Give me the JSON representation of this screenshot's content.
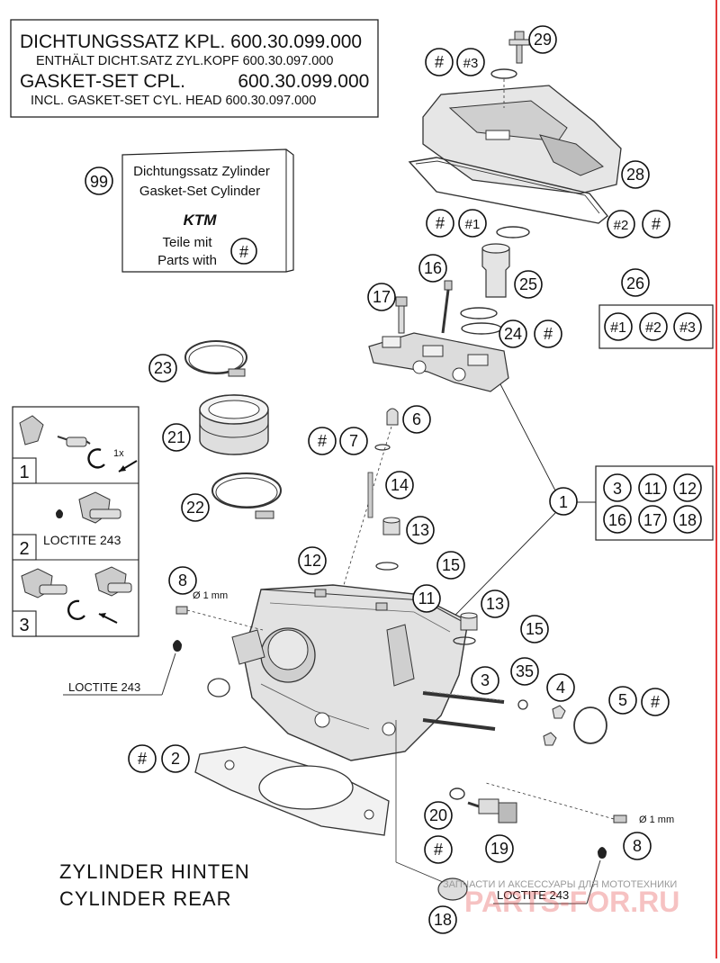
{
  "header_box": {
    "line1": "DICHTUNGSSATZ KPL. 600.30.099.000",
    "line2": "ENTHÄLT DICHT.SATZ ZYL.KOPF 600.30.097.000",
    "line3": "GASKET-SET CPL.          600.30.099.000",
    "line4": "INCL. GASKET-SET CYL. HEAD 600.30.097.000"
  },
  "kit_box": {
    "part_no": "99",
    "line1": "Dichtungssatz Zylinder",
    "line2": "Gasket-Set Cylinder",
    "brand": "KTM",
    "line3": "Teile mit",
    "line4": "Parts with",
    "symbol": "#"
  },
  "group_26": {
    "label": "26",
    "items": [
      "#1",
      "#2",
      "#3"
    ]
  },
  "group_1": {
    "label": "1",
    "items": [
      "3",
      "11",
      "12",
      "16",
      "17",
      "18"
    ]
  },
  "steps": [
    {
      "number": "1",
      "note": "1x"
    },
    {
      "number": "2",
      "note": "LOCTITE 243"
    },
    {
      "number": "3",
      "note": ""
    }
  ],
  "callouts": [
    {
      "id": "29",
      "text": "29"
    },
    {
      "id": "hash-29",
      "text": "#"
    },
    {
      "id": "h3-29",
      "text": "#3"
    },
    {
      "id": "28",
      "text": "28"
    },
    {
      "id": "hash-a",
      "text": "#"
    },
    {
      "id": "h1-a",
      "text": "#1"
    },
    {
      "id": "h2-b",
      "text": "#2"
    },
    {
      "id": "hash-b",
      "text": "#"
    },
    {
      "id": "16",
      "text": "16"
    },
    {
      "id": "25",
      "text": "25"
    },
    {
      "id": "17",
      "text": "17"
    },
    {
      "id": "24",
      "text": "24"
    },
    {
      "id": "hash-24",
      "text": "#"
    },
    {
      "id": "23",
      "text": "23"
    },
    {
      "id": "21",
      "text": "21"
    },
    {
      "id": "22",
      "text": "22"
    },
    {
      "id": "6",
      "text": "6"
    },
    {
      "id": "hash-7",
      "text": "#"
    },
    {
      "id": "7",
      "text": "7"
    },
    {
      "id": "14",
      "text": "14"
    },
    {
      "id": "13a",
      "text": "13"
    },
    {
      "id": "15a",
      "text": "15"
    },
    {
      "id": "12",
      "text": "12"
    },
    {
      "id": "11",
      "text": "11"
    },
    {
      "id": "13b",
      "text": "13"
    },
    {
      "id": "15b",
      "text": "15"
    },
    {
      "id": "8a",
      "text": "8"
    },
    {
      "id": "3",
      "text": "3"
    },
    {
      "id": "35",
      "text": "35"
    },
    {
      "id": "4",
      "text": "4"
    },
    {
      "id": "5",
      "text": "5"
    },
    {
      "id": "hash-5",
      "text": "#"
    },
    {
      "id": "hash-2",
      "text": "#"
    },
    {
      "id": "2",
      "text": "2"
    },
    {
      "id": "20",
      "text": "20"
    },
    {
      "id": "hash-20",
      "text": "#"
    },
    {
      "id": "19",
      "text": "19"
    },
    {
      "id": "8b",
      "text": "8"
    },
    {
      "id": "18",
      "text": "18"
    }
  ],
  "labels": {
    "dia_1mm_a": "Ø 1 mm",
    "dia_1mm_b": "Ø 1 mm",
    "loctite_a": "LOCTITE 243",
    "loctite_b": "LOCTITE 243"
  },
  "footer": {
    "line1": "ZYLINDER HINTEN",
    "line2": "CYLINDER REAR"
  },
  "watermark": {
    "small": "ЗАПЧАСТИ И АКСЕССУАРЫ ДЛЯ МОТОТЕХНИКИ",
    "big": "PARTS-FOR.RU"
  }
}
